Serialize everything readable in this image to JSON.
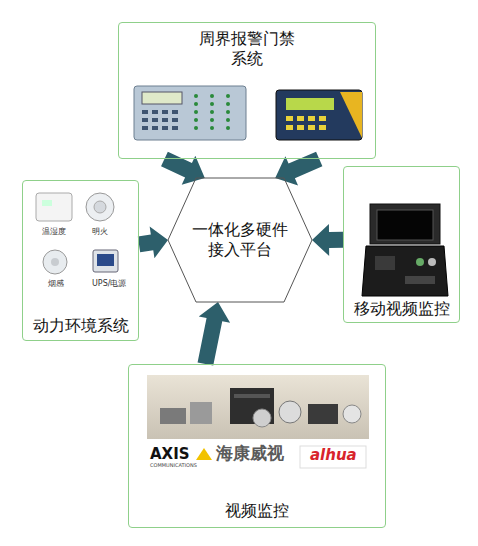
{
  "diagram": {
    "nodes": [
      {
        "text": [
          "周界报警门禁 系统"
        ]
      },
      {
        "text": [
          "一体化多硬件 接入平台"
        ]
      },
      {
        "text": [
          "动力环境系统"
        ]
      },
      {
        "text": [
          "移动视频监控"
        ]
      },
      {
        "text": [
          "视频监控"
        ]
      }
    ],
    "edges": [
      {
        "from": 0,
        "to": 1,
        "arrow": "to"
      },
      {
        "from": 0,
        "to": 1,
        "arrow": "to"
      },
      {
        "from": 2,
        "to": 1,
        "arrow": "to"
      },
      {
        "from": 3,
        "to": 1,
        "arrow": "to"
      },
      {
        "from": 4,
        "to": 1,
        "arrow": "to"
      }
    ],
    "labels": [
      "温湿度",
      "明火",
      "烟感",
      "UPS/电源",
      "AXIS",
      "COMMUNICATIONS",
      "海康威视",
      "alhua"
    ]
  }
}
